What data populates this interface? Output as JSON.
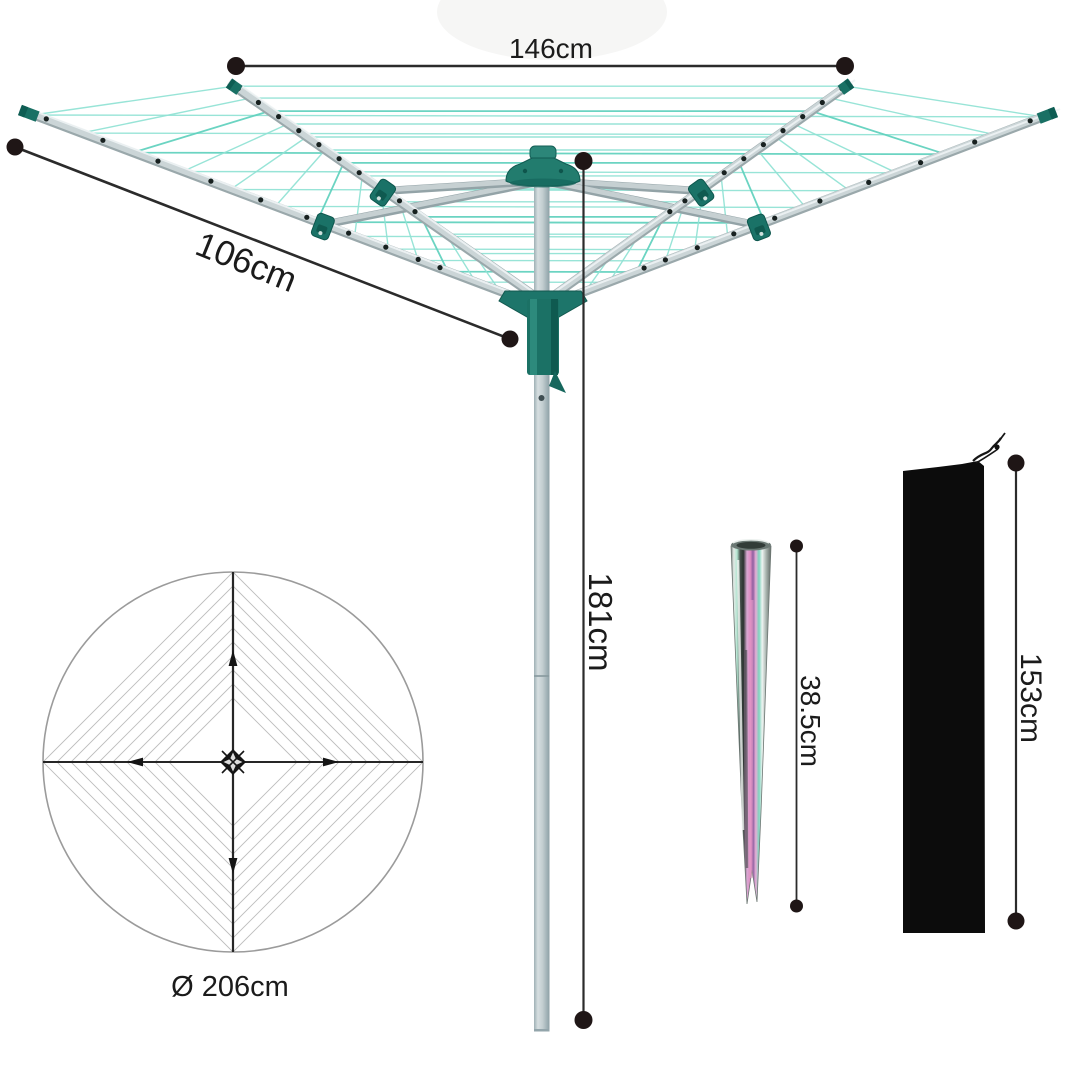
{
  "page": {
    "background_color": "#ffffff",
    "description": "Product dimension diagram of a 4-arm rotary clothes airer with top view, ground spike and cover bag"
  },
  "rotary_dryer": {
    "arm_span": {
      "label": "146cm"
    },
    "arm_length": {
      "label": "106cm"
    },
    "height": {
      "label": "181cm"
    }
  },
  "top_view": {
    "diameter": {
      "label": "Ø 206cm"
    }
  },
  "ground_spike": {
    "length": {
      "label": "38.5cm"
    }
  },
  "cover_bag": {
    "length": {
      "label": "153cm"
    }
  },
  "colors": {
    "dimension_line": "#2b2b2b",
    "dimension_text": "#1b1b1b",
    "string_teal": "#8fe2d4",
    "string_teal_dark": "#5ed0bd",
    "plastic_teal": "#1a7267",
    "plastic_teal_dark": "#0e5d53",
    "arm_gray": "#cbd5d7",
    "arm_shadow_gray": "#9aa8ab",
    "pole_gray": "#c3ced1",
    "bag_black": "#0c0c0c",
    "topview_line_gray": "#bdbdbd"
  }
}
